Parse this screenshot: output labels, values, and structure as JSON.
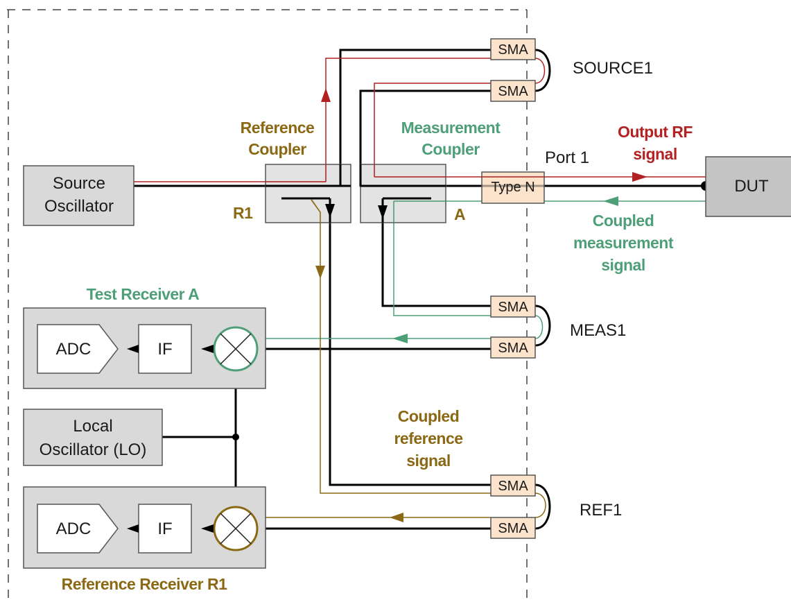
{
  "colors": {
    "reference": "#8B6914",
    "measurement": "#4E9E78",
    "output": "#B22222",
    "box_fill": "#D9D9D9",
    "box_stroke": "#555555",
    "connector_fill": "#FCE4CC",
    "dut_fill": "#C4C4C4"
  },
  "blocks": {
    "source_oscillator": [
      "Source",
      "Oscillator"
    ],
    "local_oscillator": [
      "Local",
      "Oscillator (LO)"
    ],
    "dut": "DUT",
    "adc": "ADC",
    "if": "IF"
  },
  "couplers": {
    "reference": [
      "Reference",
      "Coupler"
    ],
    "reference_port": "R1",
    "measurement": [
      "Measurement",
      "Coupler"
    ],
    "measurement_port": "A"
  },
  "receivers": {
    "test": "Test Receiver A",
    "reference": "Reference Receiver R1"
  },
  "connectors": {
    "sma": "SMA",
    "type_n": "Type N"
  },
  "ports": {
    "source": "SOURCE1",
    "meas": "MEAS1",
    "ref": "REF1",
    "port1": "Port 1"
  },
  "signals": {
    "output": [
      "Output RF",
      "signal"
    ],
    "coupled_measurement": [
      "Coupled",
      "measurement",
      "signal"
    ],
    "coupled_reference": [
      "Coupled",
      "reference",
      "signal"
    ]
  },
  "icons": [
    "mixer-icon",
    "arrow-icon",
    "junction-dot-icon"
  ]
}
